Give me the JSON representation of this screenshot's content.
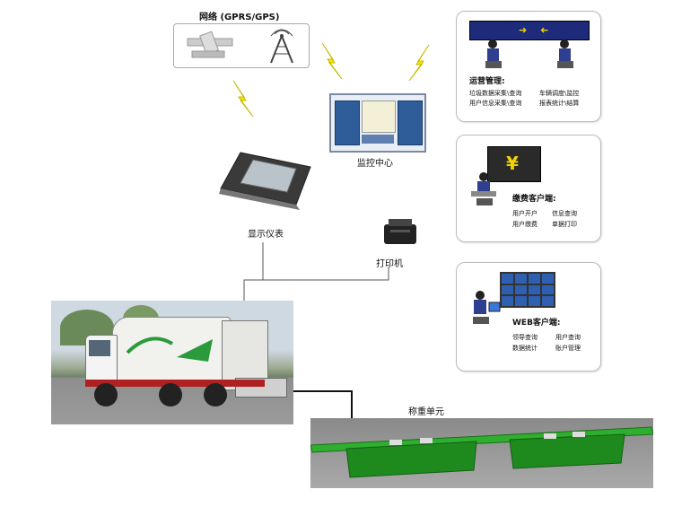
{
  "network": {
    "title": "网络 (GPRS/GPS)"
  },
  "monitor_center": {
    "label": "监控中心"
  },
  "display_meter": {
    "label": "显示仪表"
  },
  "printer": {
    "label": "打印机"
  },
  "weighing_unit": {
    "label": "称重单元"
  },
  "ops_card": {
    "title": "运营管理:",
    "items": [
      "垃圾数据采集\\查询",
      "车辆调度\\监控",
      "用户信息采集\\查询",
      "报表统计\\结算"
    ]
  },
  "fee_card": {
    "title": "缴费客户端:",
    "symbol": "¥",
    "items": [
      "用户开户",
      "信息查询",
      "用户缴费",
      "单据打印"
    ]
  },
  "web_card": {
    "title": "WEB客户端:",
    "items": [
      "领导查询",
      "用户查询",
      "数据统计",
      "账户管理"
    ]
  },
  "colors": {
    "lightning": "#f2e600",
    "weigh_green": "#1e8a1e",
    "monitor_blue": "#2e5d9a",
    "screen_bg": "#1e2a7a"
  }
}
